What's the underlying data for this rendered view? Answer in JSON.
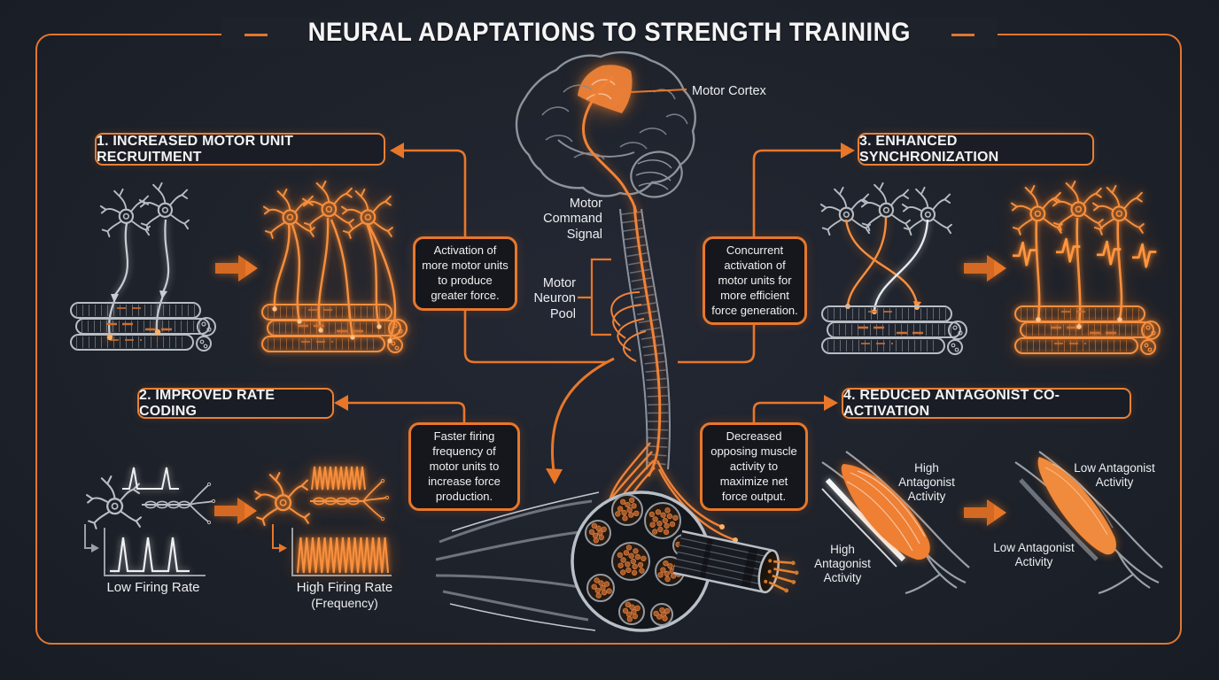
{
  "title": "NEURAL ADAPTATIONS TO STRENGTH TRAINING",
  "colors": {
    "accent": "#e8772a",
    "background": "#1e222a",
    "glow": "#ffa04d",
    "gray_line": "#a7adb5",
    "text": "#f2f2f2"
  },
  "sections": [
    {
      "label": "1. INCREASED MOTOR UNIT RECRUITMENT",
      "description": "Activation of more motor units to produce greater force."
    },
    {
      "label": "2. IMPROVED RATE CODING",
      "description": "Faster firing frequency of motor units to increase force production."
    },
    {
      "label": "3. ENHANCED SYNCHRONIZATION",
      "description": "Concurrent activation of motor units for more efficient force generation."
    },
    {
      "label": "4. REDUCED ANTAGONIST CO-ACTIVATION",
      "description": "Decreased opposing muscle activity to maximize net force output."
    }
  ],
  "central_labels": {
    "motor_cortex": "Motor Cortex",
    "motor_command_signal": "Motor Command Signal",
    "motor_neuron_pool": "Motor Neuron Pool"
  },
  "rate_coding_labels": {
    "low": "Low Firing Rate",
    "high": "High Firing Rate",
    "high_sub": "(Frequency)"
  },
  "antagonist_labels": {
    "before_top": "High Antagonist Activity",
    "before_bottom": "High Antagonist Activity",
    "after_top": "Low Antagonist Activity",
    "after_bottom": "Low Antagonist Activity"
  }
}
